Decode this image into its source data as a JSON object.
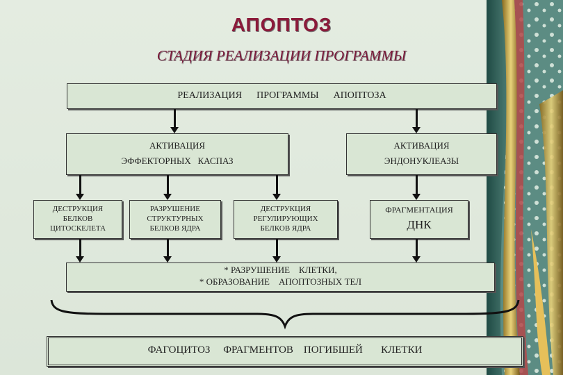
{
  "title": "АПОПТОЗ",
  "subtitle": "СТАДИЯ   РЕАЛИЗАЦИИ   ПРОГРАММЫ",
  "top_box": "РЕАЛИЗАЦИЯ      ПРОГРАММЫ      АПОПТОЗА",
  "caspase_box": {
    "line1": "АКТИВАЦИЯ",
    "line2": "ЭФФЕКТОРНЫХ   КАСПАЗ"
  },
  "endo_box": {
    "line1": "АКТИВАЦИЯ",
    "line2": "ЭНДОНУКЛЕАЗЫ"
  },
  "box1": {
    "line1": "ДЕСТРУКЦИЯ",
    "line2": "БЕЛКОВ",
    "line3": "ЦИТОСКЕЛЕТА"
  },
  "box2": {
    "line1": "РАЗРУШЕНИЕ",
    "line2": "СТРУКТУРНЫХ",
    "line3": "БЕЛКОВ ЯДРА"
  },
  "box3": {
    "line1": "ДЕСТРУКЦИЯ",
    "line2": "РЕГУЛИРУЮЩИХ",
    "line3": "БЕЛКОВ ЯДРА"
  },
  "box4": {
    "line1": "ФРАГМЕНТАЦИЯ",
    "line2": "ДНК"
  },
  "result_box": {
    "line1": "* РАЗРУШЕНИЕ    КЛЕТКИ,",
    "line2": "* ОБРАЗОВАНИЕ    АПОПТОЗНЫХ ТЕЛ"
  },
  "final_box": "ФАГОЦИТОЗ     ФРАГМЕНТОВ    ПОГИБШЕЙ       КЛЕТКИ",
  "colors": {
    "title": "#8b1a3a",
    "box_fill": "#d9e6d4",
    "decor_teal": "#5f8f86"
  }
}
